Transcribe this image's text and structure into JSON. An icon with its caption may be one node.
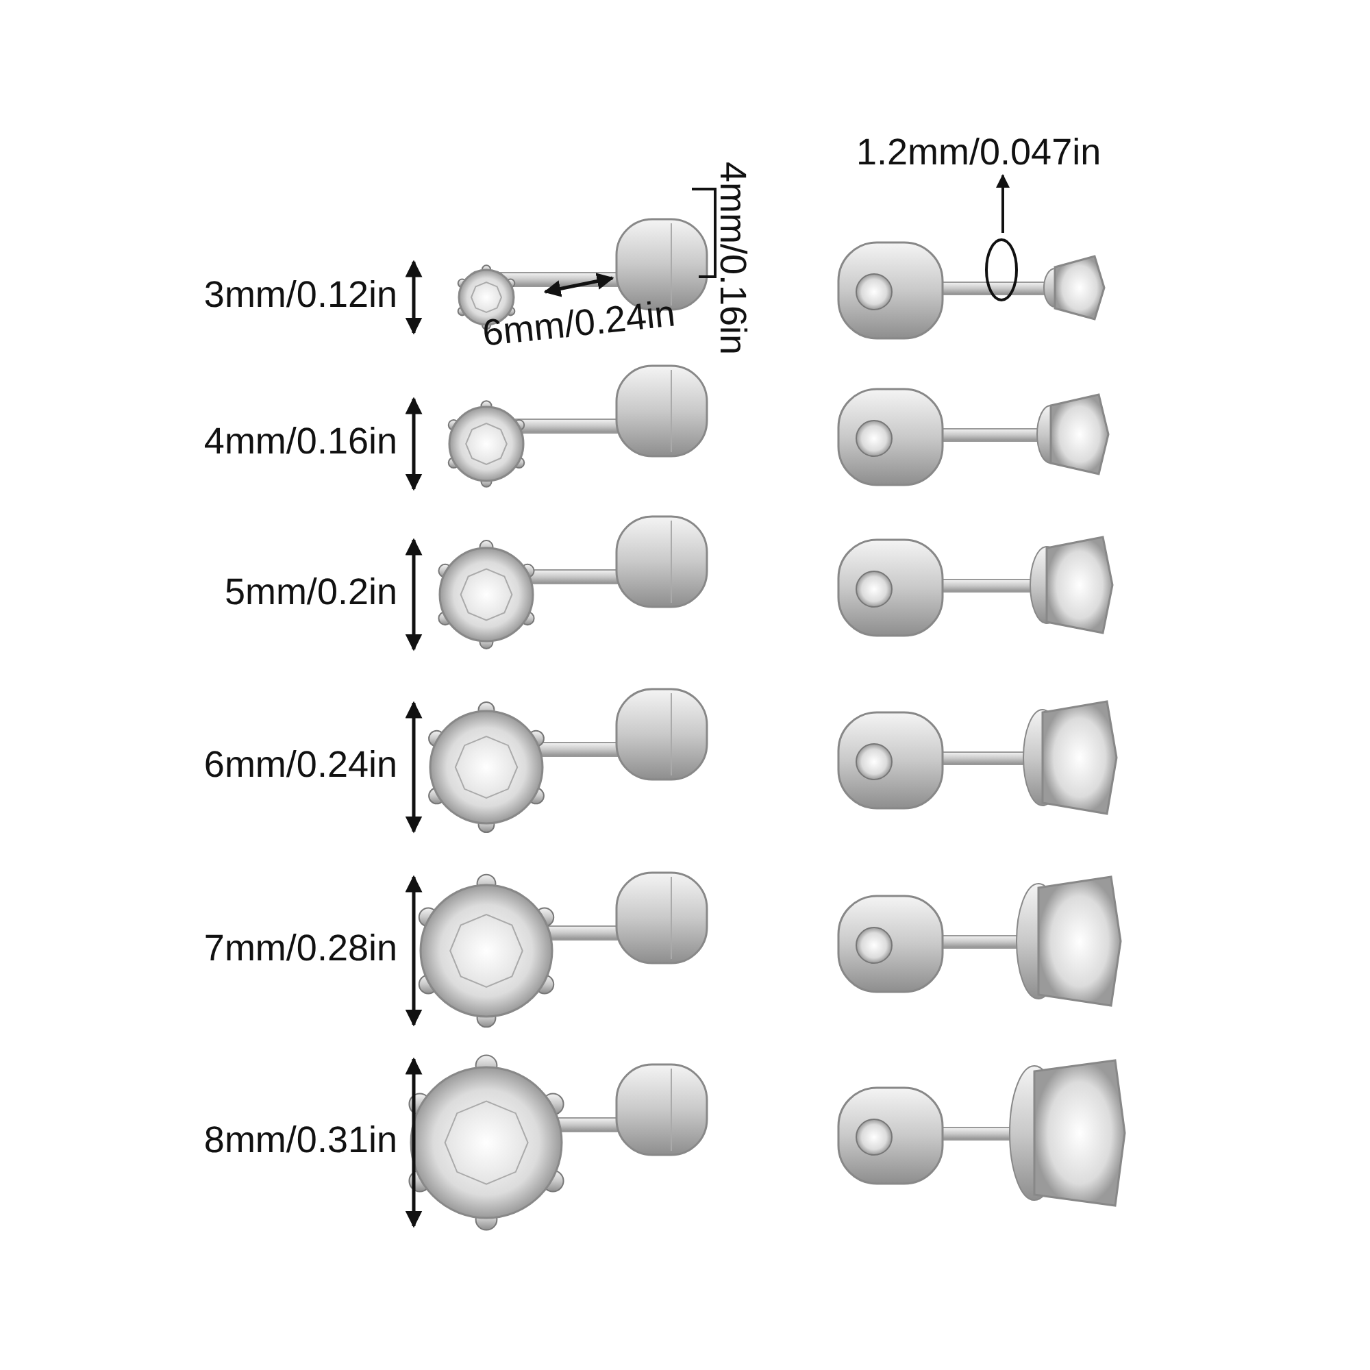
{
  "diagram": {
    "labels": [
      "1.2mm/0.047in",
      "4mm/0.16in",
      "3mm/0.12in",
      "6mm/0.24in",
      "4mm/0.16in",
      "5mm/0.2in",
      "6mm/0.24in",
      "7mm/0.28in",
      "8mm/0.31in"
    ]
  }
}
